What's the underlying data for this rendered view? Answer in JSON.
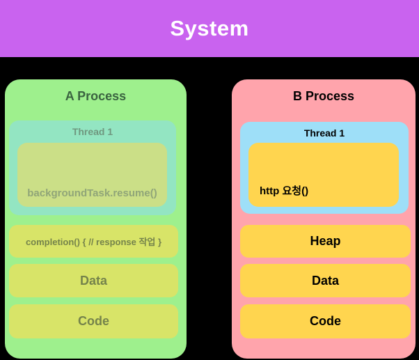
{
  "colors": {
    "canvas_bg": "#000000",
    "banner_bg": "#c963ef",
    "banner_text": "#ffffff",
    "process_a_bg": "#9ef08d",
    "process_a_title_text": "#3a6340",
    "thread_a_bg": "#93e5c2",
    "thread_a_label_text": "#6f977f",
    "task_a_bg": "#cbdf87",
    "task_a_text": "#90a578",
    "block_a_bg": "#d8e468",
    "block_a_text": "#75834b",
    "process_b_bg": "#ffa4ac",
    "process_b_title_text": "#000000",
    "thread_b_bg": "#9edff8",
    "thread_b_label_text": "#000000",
    "task_b_bg": "#ffd54f",
    "task_b_text": "#000000",
    "block_b_bg": "#ffd54f",
    "block_b_text": "#000000"
  },
  "banner": {
    "title": "System"
  },
  "process_a": {
    "title": "A Process",
    "thread": {
      "label": "Thread 1",
      "task_label": "backgroundTask.resume()"
    },
    "blocks": [
      {
        "label": "completion() { // response 작업 }"
      },
      {
        "label": "Data"
      },
      {
        "label": "Code"
      }
    ]
  },
  "process_b": {
    "title": "B Process",
    "thread": {
      "label": "Thread 1",
      "task_label": "http 요청()"
    },
    "blocks": [
      {
        "label": "Heap"
      },
      {
        "label": "Data"
      },
      {
        "label": "Code"
      }
    ]
  }
}
